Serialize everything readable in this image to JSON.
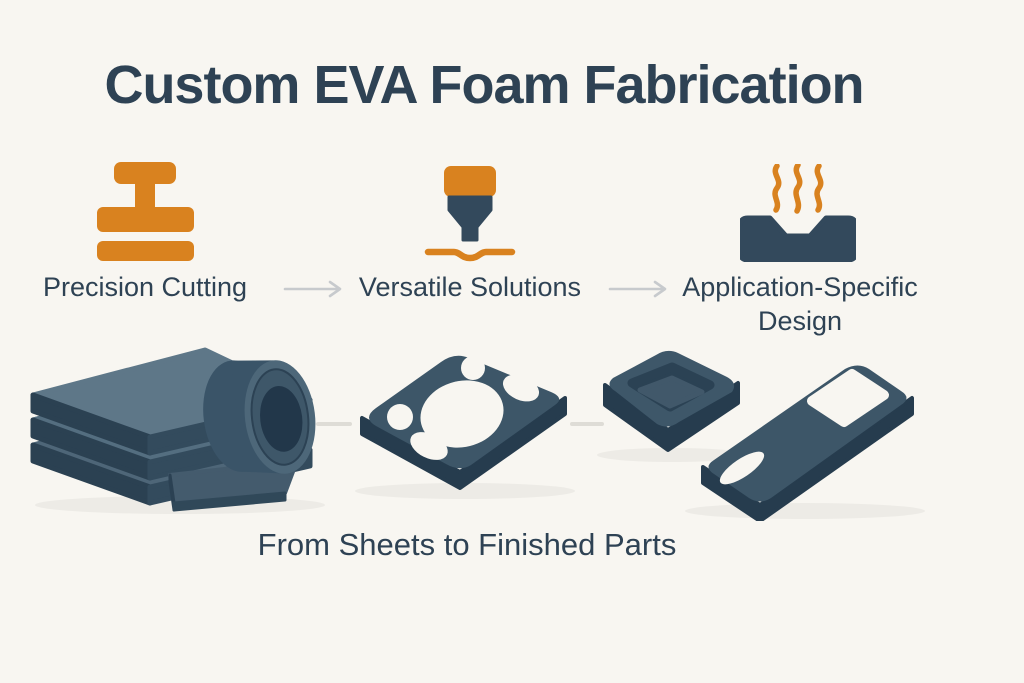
{
  "title": "Custom EVA Foam Fabrication",
  "steps": [
    {
      "label": "Precision Cutting",
      "icon": "die-press-icon"
    },
    {
      "label": "Versatile Solutions",
      "icon": "cutting-nozzle-icon"
    },
    {
      "label": "Application-Specific Design",
      "icon": "molded-tray-heat-icon"
    }
  ],
  "caption": "From Sheets to Finished Parts",
  "illustration_items": [
    "foam-sheet-stack",
    "foam-roll-with-strip",
    "gasket-with-holes",
    "molded-pocket-block",
    "cut-strip-with-cutouts"
  ],
  "colors": {
    "background": "#F8F6F1",
    "accent_orange": "#D9821F",
    "text_dark_slate": "#2E4254",
    "icon_slate": "#33495C",
    "foam_top": "#5E7788",
    "foam_side": "#2B4152",
    "arrow_gray": "#C7CACD"
  }
}
